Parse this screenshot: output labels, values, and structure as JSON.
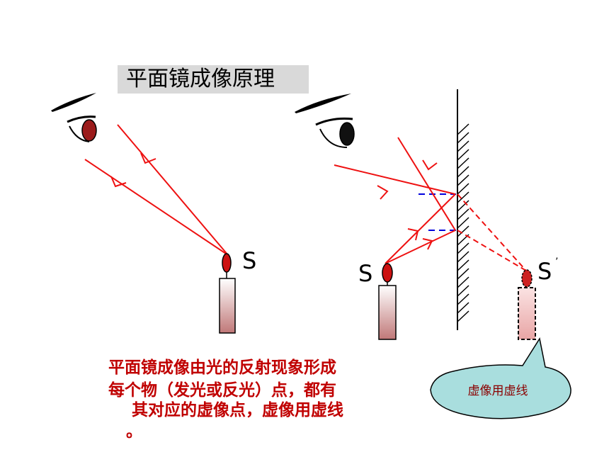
{
  "title": "平面镜成像原理",
  "labels": {
    "source_left": "S",
    "source_right": "S",
    "image": "S",
    "image_prime": "’"
  },
  "caption": {
    "line1": "平面镜成像由光的反射现象形成",
    "line2": "每个物（发光或反光）点，都有",
    "line3": "其对应的虚像点，虚像用虚线",
    "line4": "。"
  },
  "callout": "虚像用虚线",
  "colors": {
    "ray": "#ee1111",
    "normal": "#0000dd",
    "caption": "#c00000",
    "candle_top": "#ffffff",
    "candle_bottom": "#d08a8a",
    "callout_fill": "#a9dede"
  }
}
